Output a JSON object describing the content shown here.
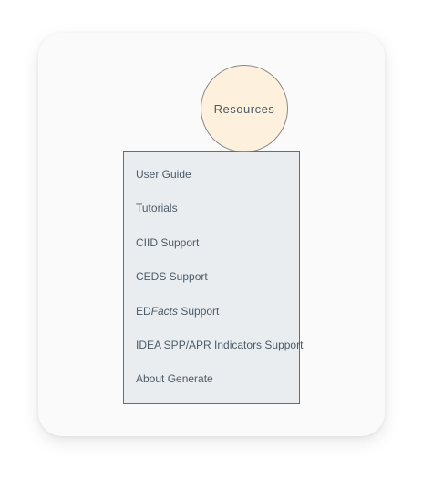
{
  "resources": {
    "label": "Resources"
  },
  "menu": {
    "items": [
      {
        "label": "User Guide"
      },
      {
        "label": "Tutorials"
      },
      {
        "label": "CIID Support"
      },
      {
        "label": "CEDS Support"
      },
      {
        "label_prefix": "ED",
        "label_italic": "Facts",
        "label_suffix": " Support"
      },
      {
        "label": "IDEA SPP/APR Indicators Support"
      },
      {
        "label": "About Generate"
      }
    ]
  },
  "colors": {
    "circle_fill": "#fdf0dc",
    "menu_fill": "#e9edf0",
    "text": "#4c5b68"
  }
}
